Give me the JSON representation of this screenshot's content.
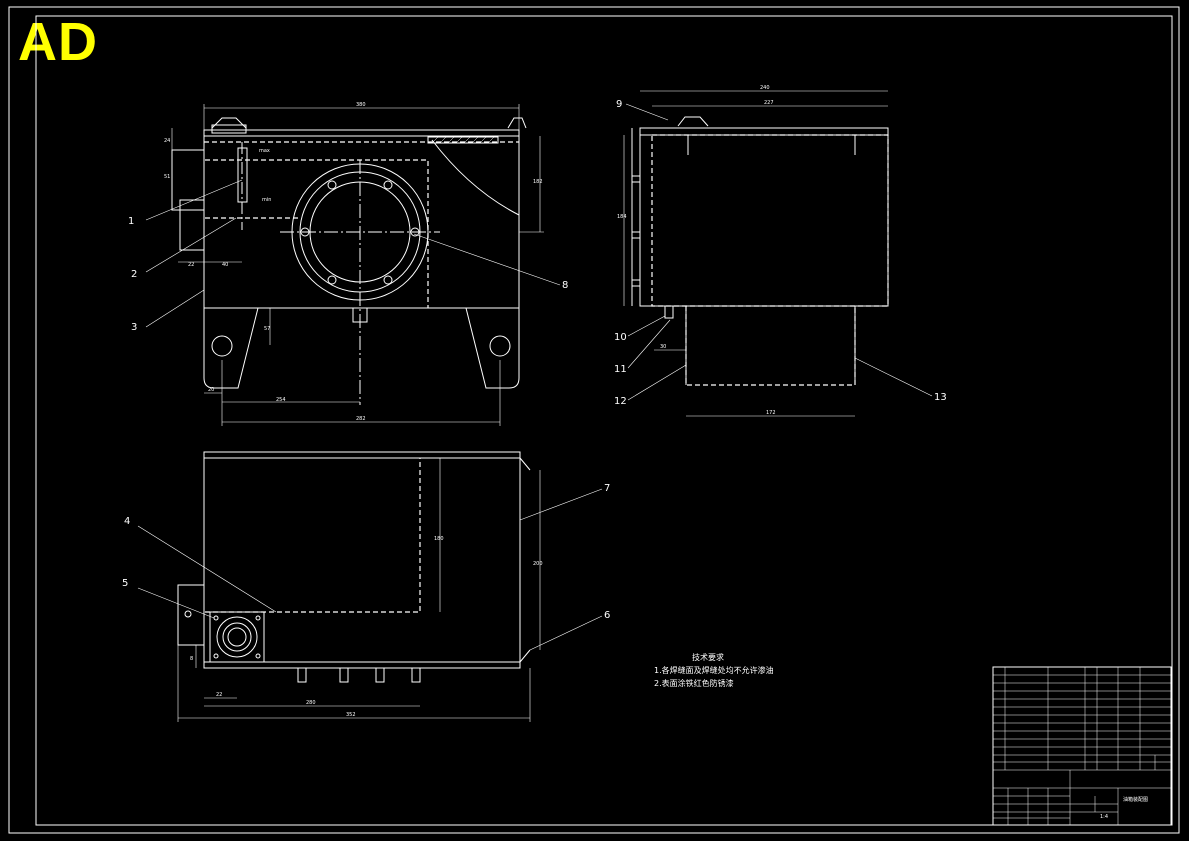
{
  "brand": {
    "logo_text": "AD",
    "color": "#ffff00"
  },
  "colors": {
    "background": "#000000",
    "lines": "#ffffff"
  },
  "part_labels": [
    "1",
    "2",
    "3",
    "4",
    "5",
    "6",
    "7",
    "8",
    "9",
    "10",
    "11",
    "12",
    "13"
  ],
  "level_labels": {
    "max": "max",
    "min": "min"
  },
  "front_view_dims": {
    "top": "380",
    "left_small": "24",
    "left_mid": "51",
    "right": "182",
    "b1": "22",
    "b2": "40",
    "bot_a": "254",
    "bot_b": "282",
    "bot_c": "20",
    "inner": "57"
  },
  "side_view_dims": {
    "top_outer": "240",
    "top_inner": "227",
    "left": "184",
    "bot_small": "30",
    "bot_main": "172"
  },
  "top_view_dims": {
    "inner_h": "180",
    "right_h": "200",
    "bot_a": "22",
    "bot_b": "280",
    "bot_c": "352",
    "left": "8"
  },
  "notes": {
    "title": "技术要求",
    "line1": "1.各焊缝面及焊缝处均不允许渗油",
    "line2": "2.表面涂铁红色防锈漆"
  },
  "title_block": {
    "drawing_name": "油箱装配图",
    "scale": "1:4"
  }
}
